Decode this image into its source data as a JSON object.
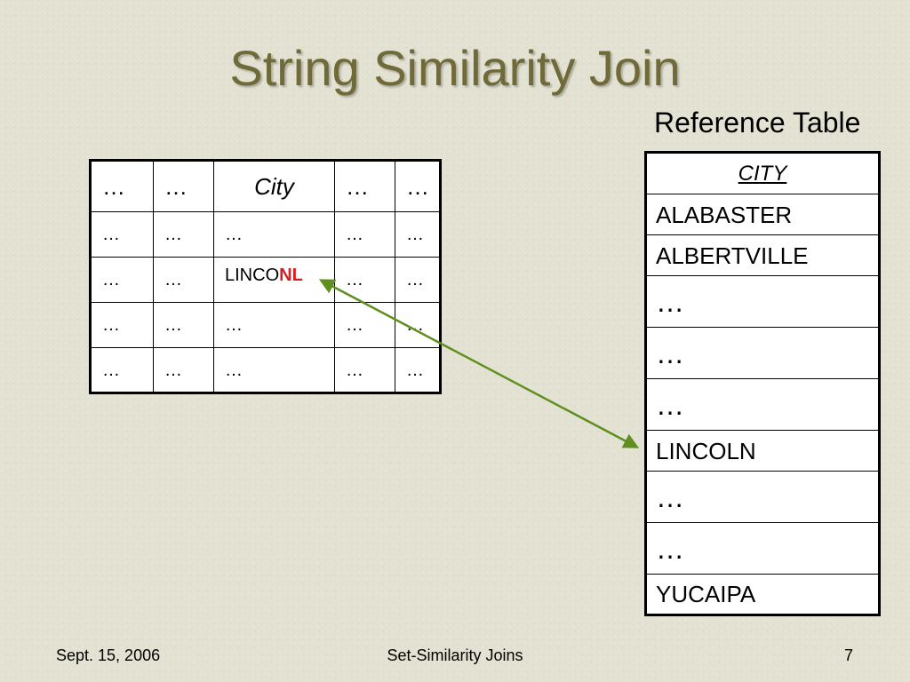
{
  "slide": {
    "title": "String Similarity Join",
    "reference_caption": "Reference Table"
  },
  "data_table": {
    "rows": [
      [
        "…",
        "…",
        "City",
        "…",
        "…"
      ],
      [
        "…",
        "…",
        "…",
        "…",
        "…"
      ],
      [
        "…",
        "…",
        "LINCONL",
        "…",
        "…"
      ],
      [
        "…",
        "…",
        "…",
        "…",
        "…"
      ],
      [
        "…",
        "…",
        "…",
        "…",
        "…"
      ]
    ],
    "mistyped_value": {
      "prefix": "LINCO",
      "highlight": "NL",
      "highlight_color": "#d42020"
    }
  },
  "reference_table": {
    "header": "CITY",
    "rows": [
      "ALABASTER",
      "ALBERTVILLE",
      "…",
      "…",
      "…",
      "LINCOLN",
      "…",
      "…",
      "YUCAIPA"
    ]
  },
  "colors": {
    "title": "#6f6a38",
    "arrow": "#5f8f1f",
    "background": "#e2e1d2"
  },
  "footer": {
    "date": "Sept. 15, 2006",
    "center": "Set-Similarity Joins",
    "page": "7"
  }
}
